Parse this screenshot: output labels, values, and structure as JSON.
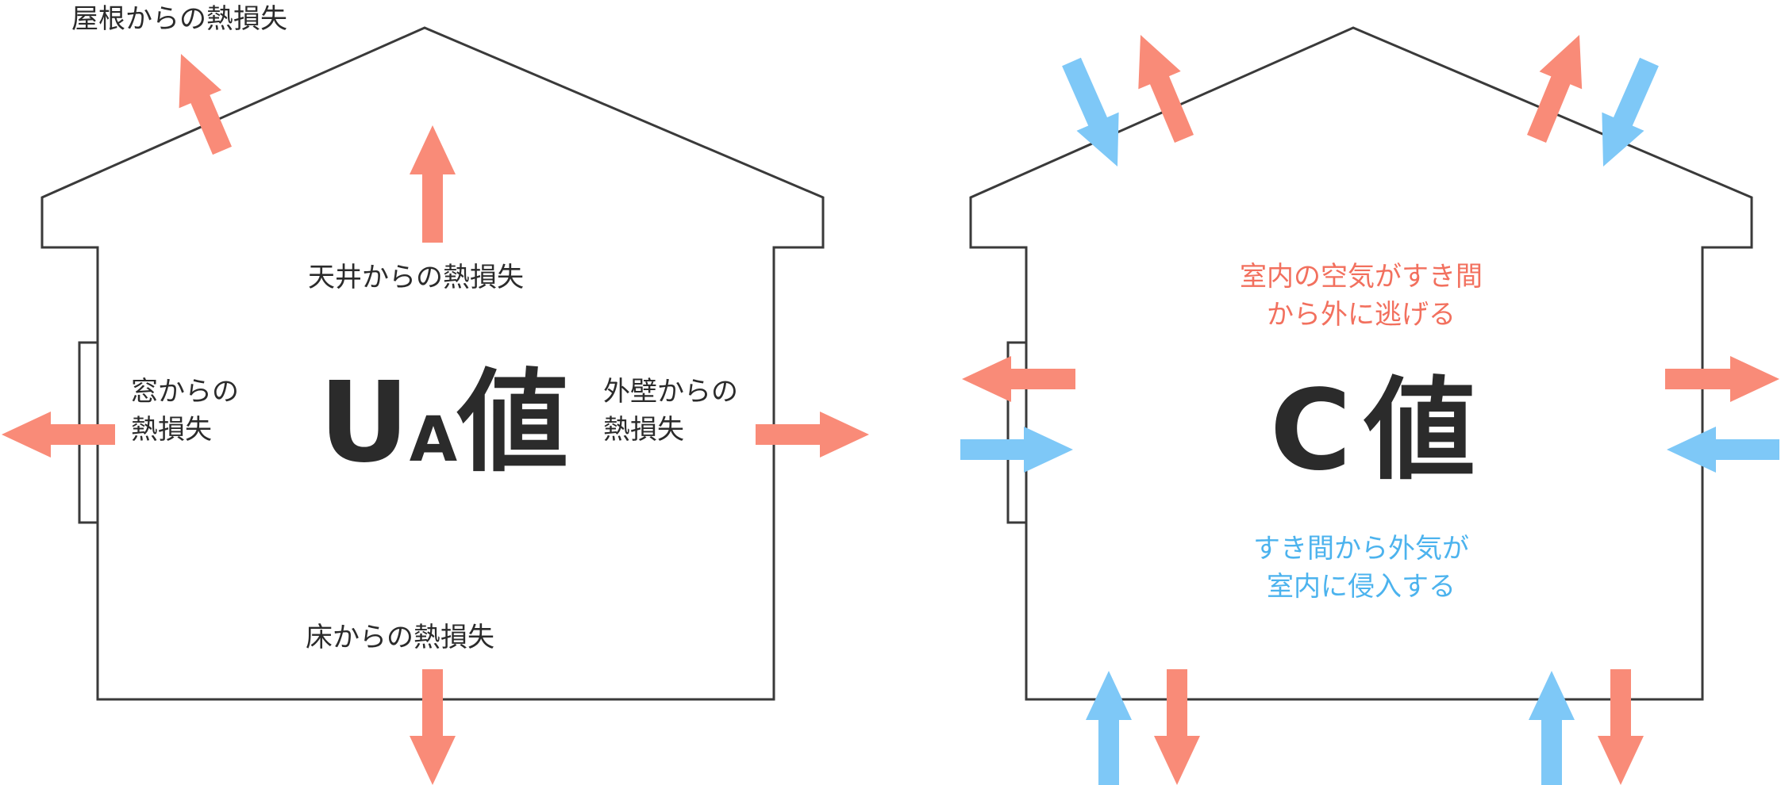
{
  "colors": {
    "outline": "#3a3a3a",
    "text": "#2b2b2b",
    "heat_arrow": "#f98b78",
    "air_in_arrow": "#7ec8f7",
    "red_text": "#f2705e",
    "blue_text": "#4cb3ee"
  },
  "ua_house": {
    "title_main": "U",
    "title_sub": "A",
    "title_suffix": "値",
    "roof_label": "屋根からの熱損失",
    "ceiling_label": "天井からの熱損失",
    "window_label": [
      "窓からの",
      "熱損失"
    ],
    "wall_label": [
      "外壁からの",
      "熱損失"
    ],
    "floor_label": "床からの熱損失"
  },
  "c_house": {
    "title_main": "C",
    "title_suffix": "値",
    "escape_label": [
      "室内の空気がすき間",
      "から外に逃げる"
    ],
    "infiltrate_label": [
      "すき間から外気が",
      "室内に侵入する"
    ]
  }
}
